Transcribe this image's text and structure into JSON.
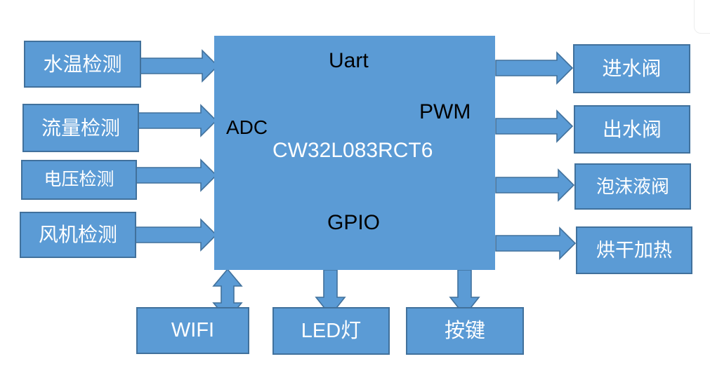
{
  "diagram": {
    "title": "CW32L083RCT6 washing-machine control block diagram",
    "colors": {
      "box_fill": "#5B9BD5",
      "box_stroke": "#41719C",
      "box_text": "#ffffff",
      "mcu_fill": "#5B9BD5",
      "mcu_label_text": "#000000",
      "mcu_part_text": "#ffffff",
      "background": "#ffffff",
      "artifact_stroke": "#eceded"
    },
    "mcu": {
      "part_number": "CW32L083RCT6",
      "peripherals": {
        "uart": "Uart",
        "adc": "ADC",
        "pwm": "PWM",
        "gpio": "GPIO"
      }
    },
    "inputs": [
      {
        "label": "水温检测",
        "arrow": "right"
      },
      {
        "label": "流量检测",
        "arrow": "right"
      },
      {
        "label": "电压检测",
        "arrow": "right"
      },
      {
        "label": "风机检测",
        "arrow": "right"
      }
    ],
    "outputs": [
      {
        "label": "进水阀",
        "arrow": "right"
      },
      {
        "label": "出水阀",
        "arrow": "right"
      },
      {
        "label": "泡沫液阀",
        "arrow": "right"
      },
      {
        "label": "烘干加热",
        "arrow": "right"
      }
    ],
    "peripherals_bottom": [
      {
        "label": "WIFI",
        "arrow": "bidirectional-vertical"
      },
      {
        "label": "LED灯",
        "arrow": "down"
      },
      {
        "label": "按键",
        "arrow": "down"
      }
    ]
  }
}
